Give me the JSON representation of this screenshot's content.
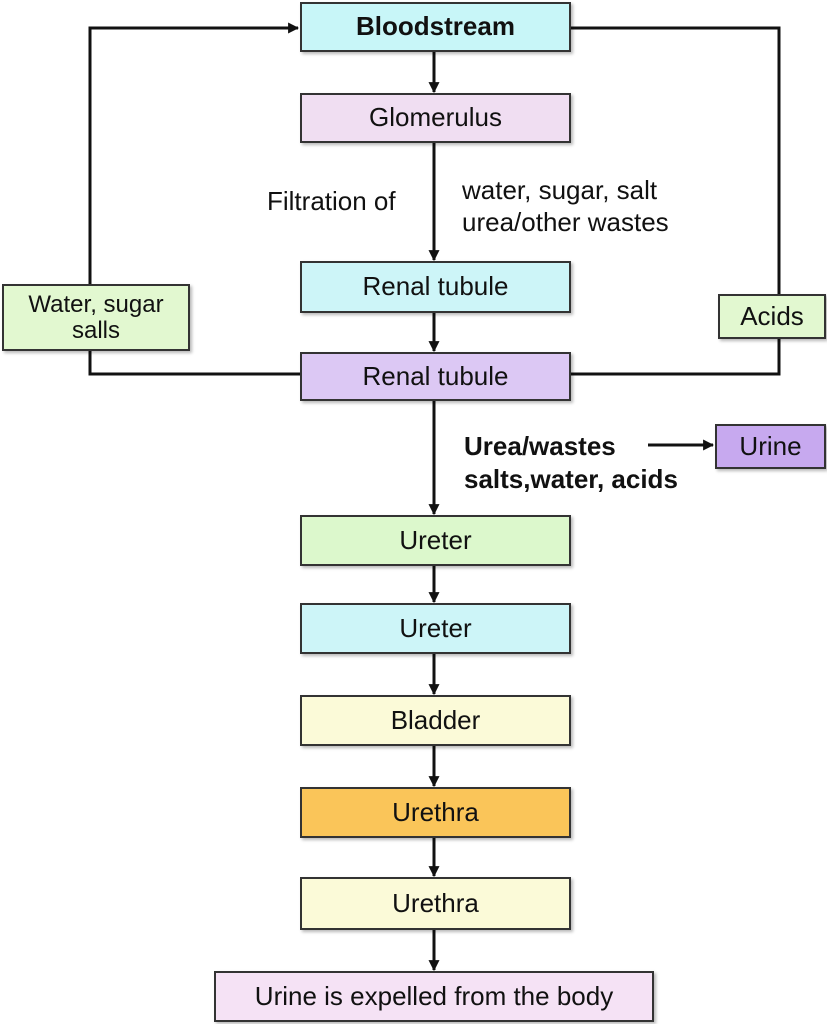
{
  "nodes": {
    "bloodstream": {
      "label": "Bloodstream",
      "color": "#c8f6f8"
    },
    "glomerulus": {
      "label": "Glomerulus",
      "color": "#f0def2"
    },
    "renal_tubule_1": {
      "label": "Renal tubule",
      "color": "#cdf5f8"
    },
    "renal_tubule_2": {
      "label": "Renal tubule",
      "color": "#dcc8f4"
    },
    "ureter_1": {
      "label": "Ureter",
      "color": "#dcf8cc"
    },
    "ureter_2": {
      "label": "Ureter",
      "color": "#cdf5f8"
    },
    "bladder": {
      "label": "Bladder",
      "color": "#fbfad8"
    },
    "urethra_1": {
      "label": "Urethra",
      "color": "#fac559"
    },
    "urethra_2": {
      "label": "Urethra",
      "color": "#fbfad8"
    },
    "expelled": {
      "label": "Urine is expelled from the body",
      "color": "#f5e2f5"
    },
    "water_sugar": {
      "label_line1": "Water, sugar",
      "label_line2": "salls",
      "color": "#e2f8d0"
    },
    "acids": {
      "label": "Acids",
      "color": "#e2f8d0"
    },
    "urine": {
      "label": "Urine",
      "color": "#c7a9ef"
    }
  },
  "labels": {
    "filtration": "Filtration of",
    "filtered_line1": "water, sugar, salt",
    "filtered_line2": "urea/other wastes",
    "waste_line1": "Urea/wastes",
    "waste_line2": "salts,water, acids"
  }
}
